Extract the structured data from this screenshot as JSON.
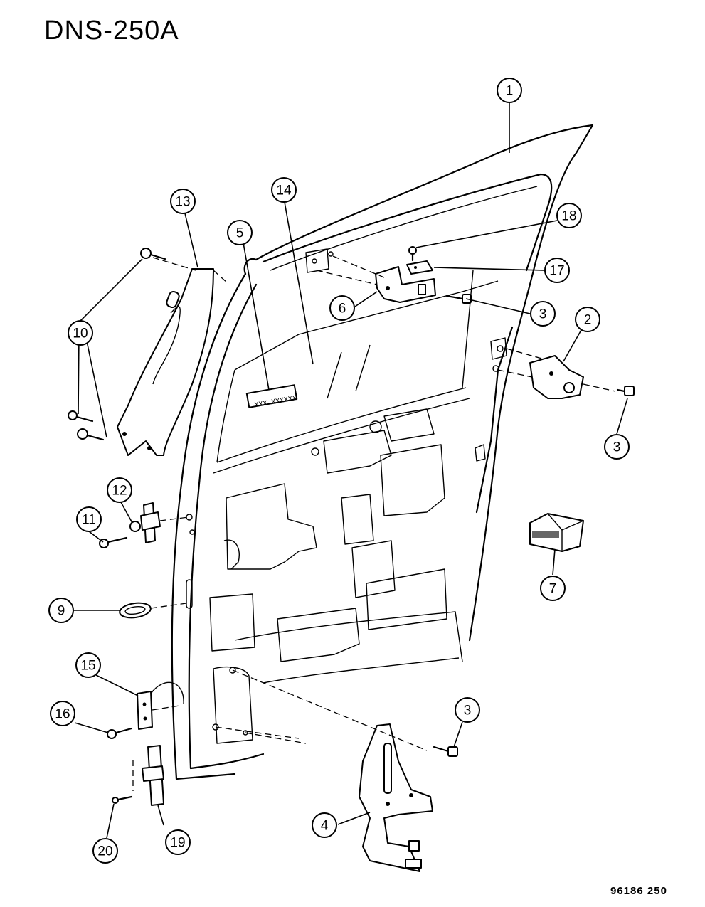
{
  "diagram_id": "DNS-250A",
  "footer_code": "96186  250",
  "label_text": "XXX XXXXXX",
  "callouts": [
    "1",
    "2",
    "3",
    "3",
    "3",
    "4",
    "5",
    "6",
    "7",
    "9",
    "10",
    "11",
    "12",
    "13",
    "14",
    "15",
    "16",
    "17",
    "18",
    "19",
    "20"
  ]
}
